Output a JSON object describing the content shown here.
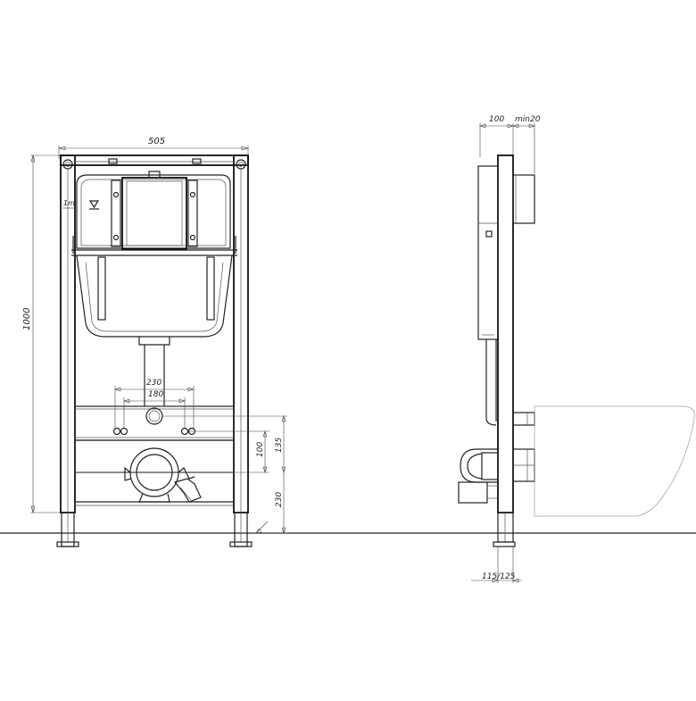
{
  "front_view": {
    "dim_width": "505",
    "dim_height": "1000",
    "dim_230_top": "230",
    "dim_180": "180",
    "dim_100": "100",
    "dim_135": "135",
    "dim_230_side": "230",
    "level_mark": "1m"
  },
  "side_view": {
    "dim_100": "100",
    "dim_min20": "min20",
    "dim_bottom": "115/125"
  },
  "colors": {
    "line": "#222222",
    "faint": "#9a9a9a",
    "background": "#ffffff"
  }
}
